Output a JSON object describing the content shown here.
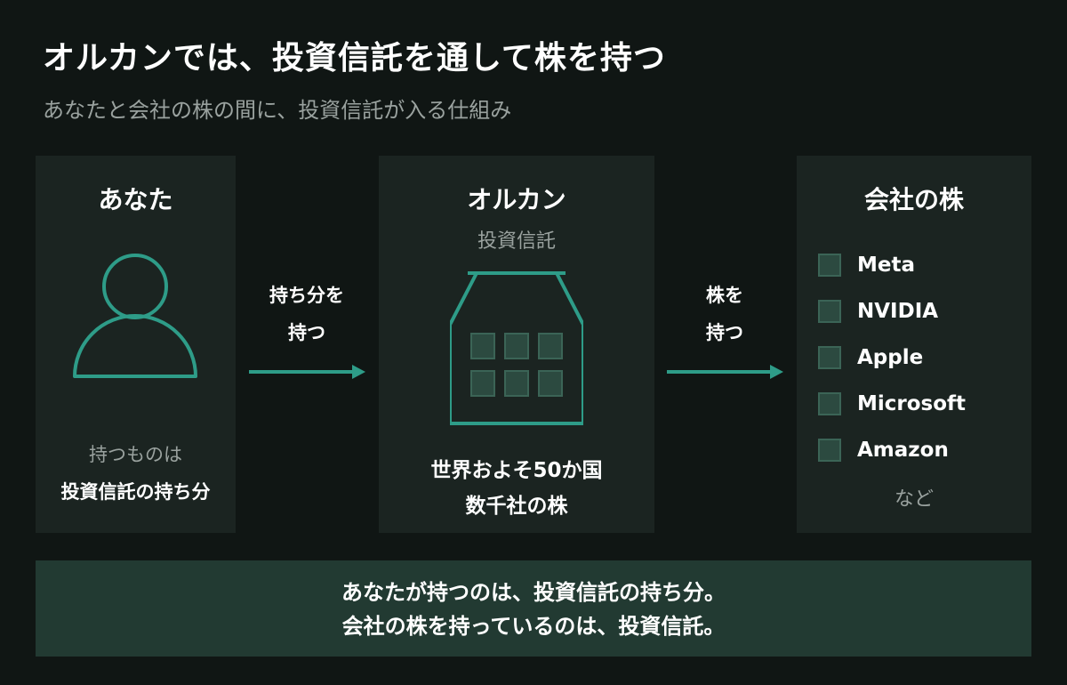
{
  "title": "オルカンでは、投資信託を通して株を持つ",
  "subtitle": "あなたと会社の株の間に、投資信託が入る仕組み",
  "colors": {
    "background": "#101614",
    "panel": "#1b2421",
    "accent": "#2e9c88",
    "summary_bg": "#223a32",
    "muted_text": "#9aa29f"
  },
  "you": {
    "heading": "あなた",
    "icon": "person-icon",
    "caption": "持つものは",
    "caption_strong": "投資信託の持ち分"
  },
  "arrow1": {
    "line1": "持ち分を",
    "line2": "持つ",
    "icon": "arrow-right-icon"
  },
  "fund": {
    "heading": "オルカン",
    "subheading": "投資信託",
    "icon": "building-icon",
    "line1": "世界およそ50か国",
    "line2": "数千社の株"
  },
  "arrow2": {
    "line1": "株を",
    "line2": "持つ",
    "icon": "arrow-right-icon"
  },
  "stocks": {
    "heading": "会社の株",
    "items": [
      "Meta",
      "NVIDIA",
      "Apple",
      "Microsoft",
      "Amazon"
    ],
    "etc": "など"
  },
  "summary": {
    "line1": "あなたが持つのは、投資信託の持ち分。",
    "line2": "会社の株を持っているのは、投資信託。"
  }
}
